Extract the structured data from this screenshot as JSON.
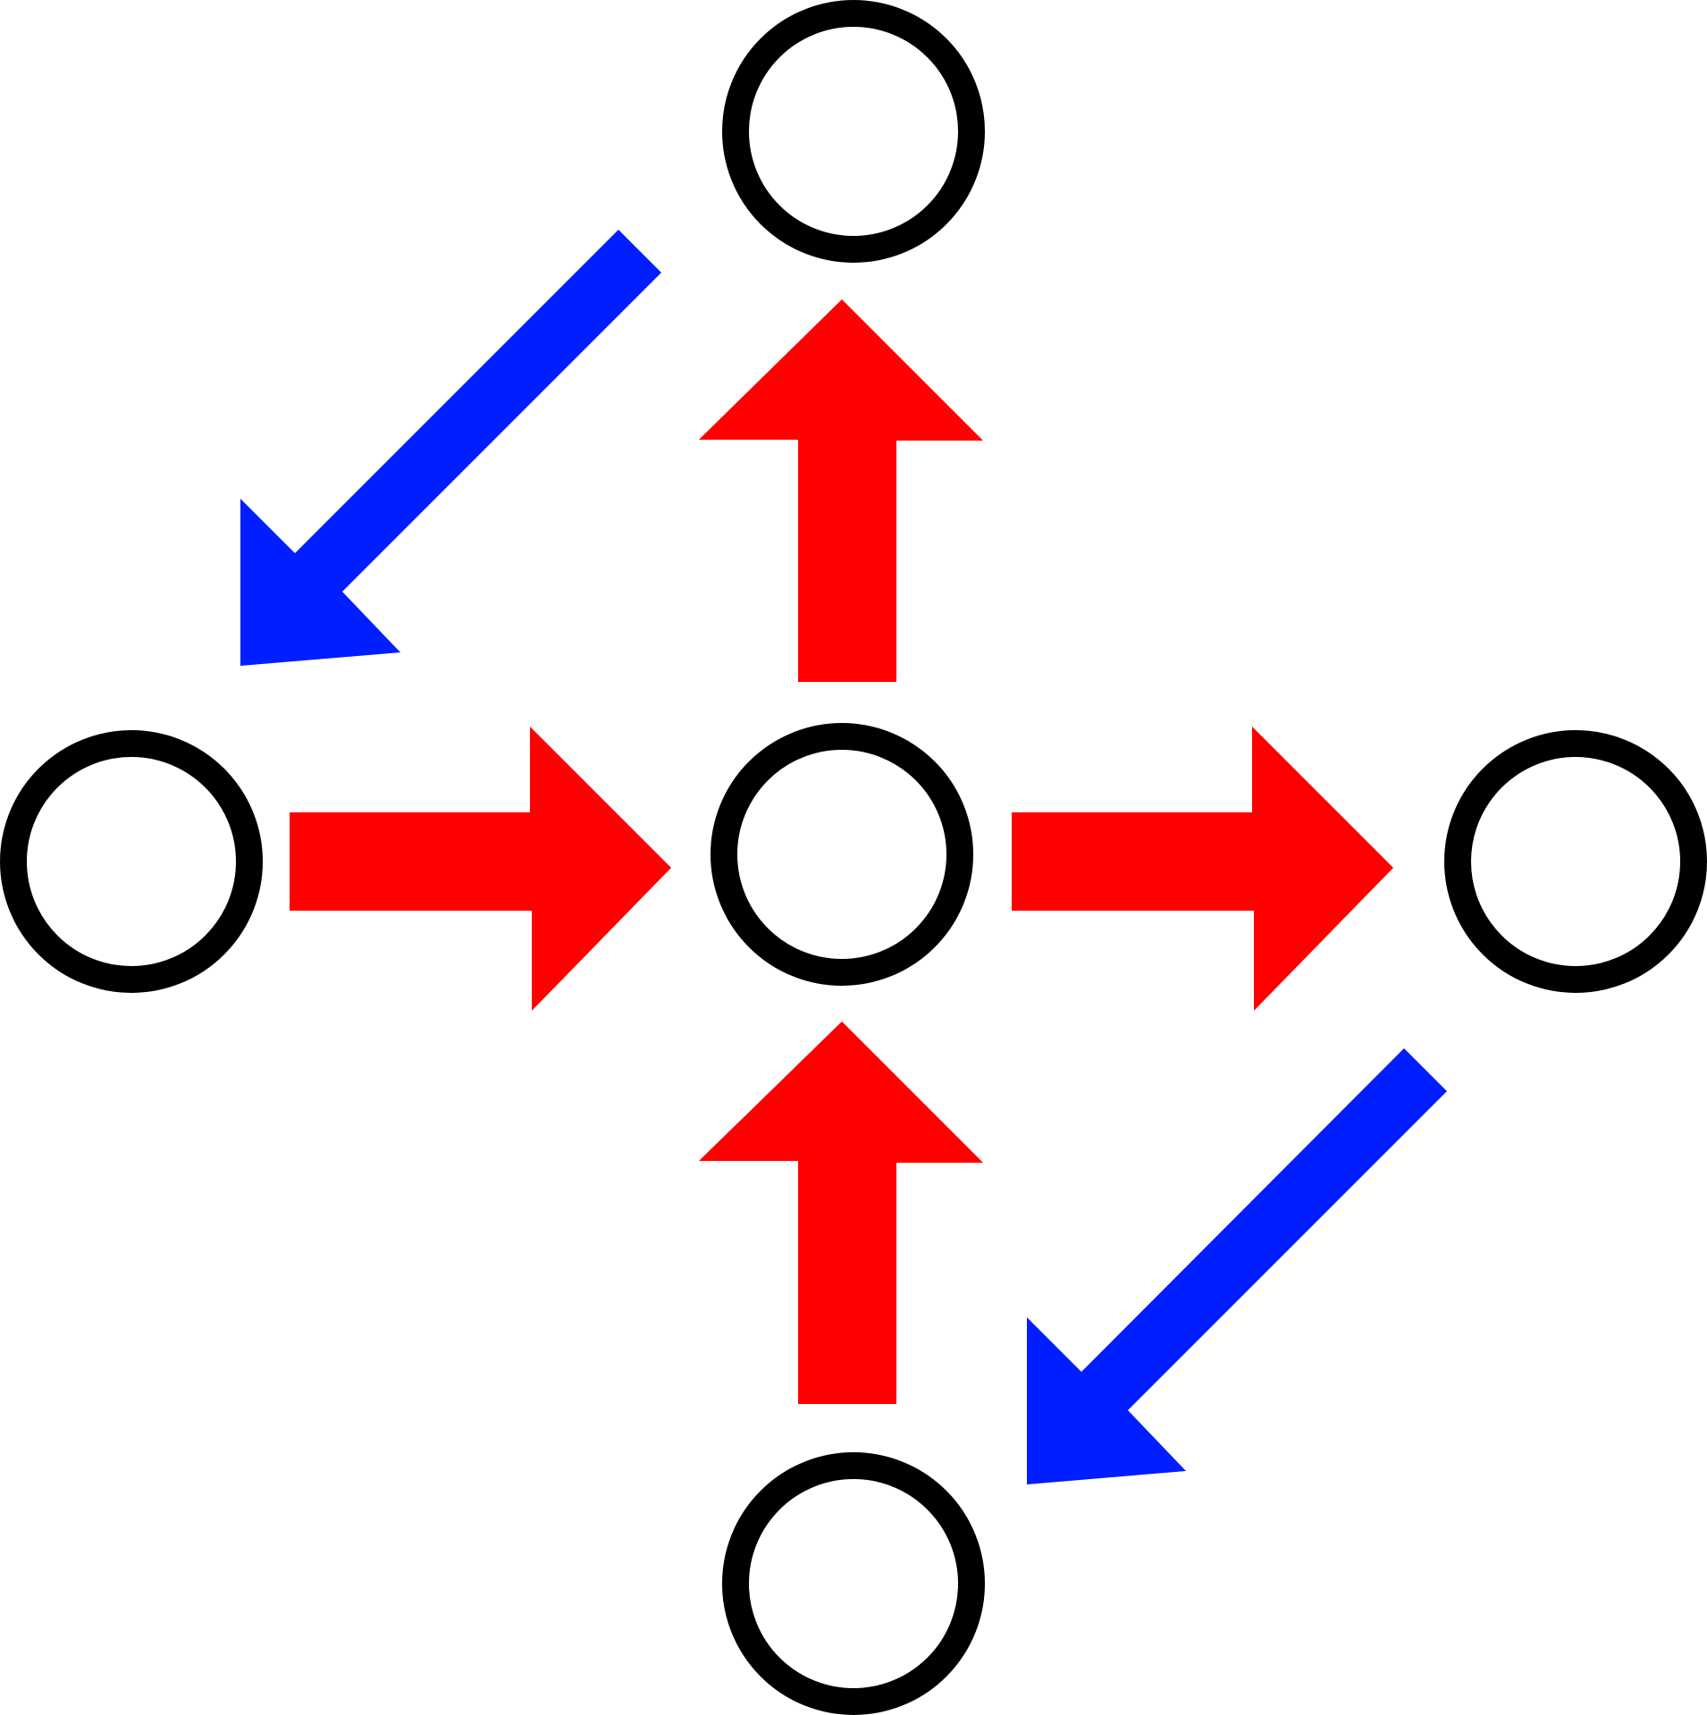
{
  "diagram": {
    "colors": {
      "background": "#ffffff",
      "node_stroke": "#000000",
      "node_fill": "#ffffff",
      "red_arrow": "#ff0000",
      "blue_arrow": "#001eff"
    },
    "nodes": [
      {
        "id": "top"
      },
      {
        "id": "left"
      },
      {
        "id": "center"
      },
      {
        "id": "right"
      },
      {
        "id": "bottom"
      }
    ],
    "arrows": [
      {
        "id": "left-to-center",
        "color": "red",
        "direction": "right"
      },
      {
        "id": "center-to-right",
        "color": "red",
        "direction": "right"
      },
      {
        "id": "center-to-top",
        "color": "red",
        "direction": "up"
      },
      {
        "id": "bottom-to-center",
        "color": "red",
        "direction": "up"
      },
      {
        "id": "upper-left-diagonal",
        "color": "blue",
        "direction": "down-left"
      },
      {
        "id": "lower-right-diagonal",
        "color": "blue",
        "direction": "down-left"
      }
    ]
  }
}
